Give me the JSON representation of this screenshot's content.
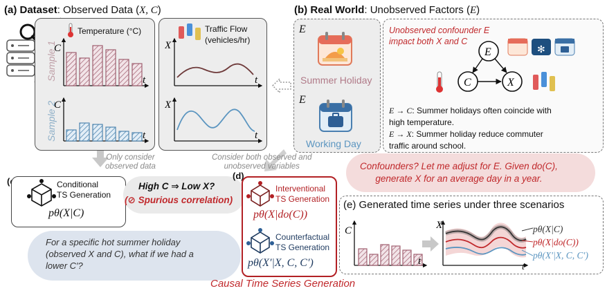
{
  "panel_a": {
    "title_bold": "(a) Dataset",
    "title_rest": ": Observed Data (",
    "title_math": "X, C",
    "title_end": ")",
    "sample1": "Sample 1",
    "sample2": "Sample 2",
    "temp_label": "Temperature (°C)",
    "traffic_label_1": "Traffic Flow",
    "traffic_label_2": "(vehicles/hr)",
    "axis_c": "C",
    "axis_x": "X",
    "axis_t": "t",
    "note": "Only consider\nobserved data"
  },
  "panel_b": {
    "title_bold": "(b) Real World",
    "title_rest": ": Unobserved Factors (",
    "title_math": "E",
    "title_end": ")",
    "e_label": "E",
    "summer": "Summer Holiday",
    "working": "Working Day",
    "confounder_1": "Unobserved confounder E",
    "confounder_2": "impact both X and C",
    "node_e": "E",
    "node_c": "C",
    "node_x": "X",
    "rel1_math": "E → C",
    "rel1_text": ": Summer holidays often coincide with",
    "rel1_text2": "high temperature.",
    "rel2_math": "E → X",
    "rel2_text": ": Summer holiday reduce commuter",
    "rel2_text2": "traffic around school.",
    "note": "Consider both observed and\nunobserved variables"
  },
  "panel_c": {
    "label": "(c)",
    "box_title_1": "Conditional",
    "box_title_2": "TS Generation",
    "formula": "pθ(X|C)",
    "bubble_1": "High C ⇒ Low X?",
    "bubble_2": "Spurious correlation)",
    "bubble_prefix": "(",
    "hot_q_1": "For a specific hot summer holiday",
    "hot_q_2": "(observed X and C), what if  we had a",
    "hot_q_3": "lower C′?"
  },
  "panel_d": {
    "label": "(d)",
    "interv_1": "Interventional",
    "interv_2": "TS Generation",
    "interv_formula": "pθ(X|do(C))",
    "counter_1": "Counterfactual",
    "counter_2": "TS Generation",
    "counter_formula": "pθ(X′|X, C, C′)",
    "footer": "Causal Time Series Generation",
    "confounder_q_1": "Confounders? Let me adjust for E. Given do(C),",
    "confounder_q_2": "generate X for an average day in a year."
  },
  "panel_e": {
    "title": "(e) Generated time series under three scenarios",
    "axis_c": "C",
    "axis_x": "X",
    "axis_t": "t",
    "legend": [
      "pθ(X|C)",
      "pθ(X|do(C))",
      "pθ(X′|X, C, C′)"
    ]
  },
  "colors": {
    "red": "#c0282b",
    "bar_red": "#b07080",
    "bar_blue": "#5a8fb5",
    "line_brown": "#6e3a3a",
    "line_blue": "#5b95c0",
    "bubble_red": "#f4dcdc",
    "bubble_blue": "#dde4ee"
  }
}
